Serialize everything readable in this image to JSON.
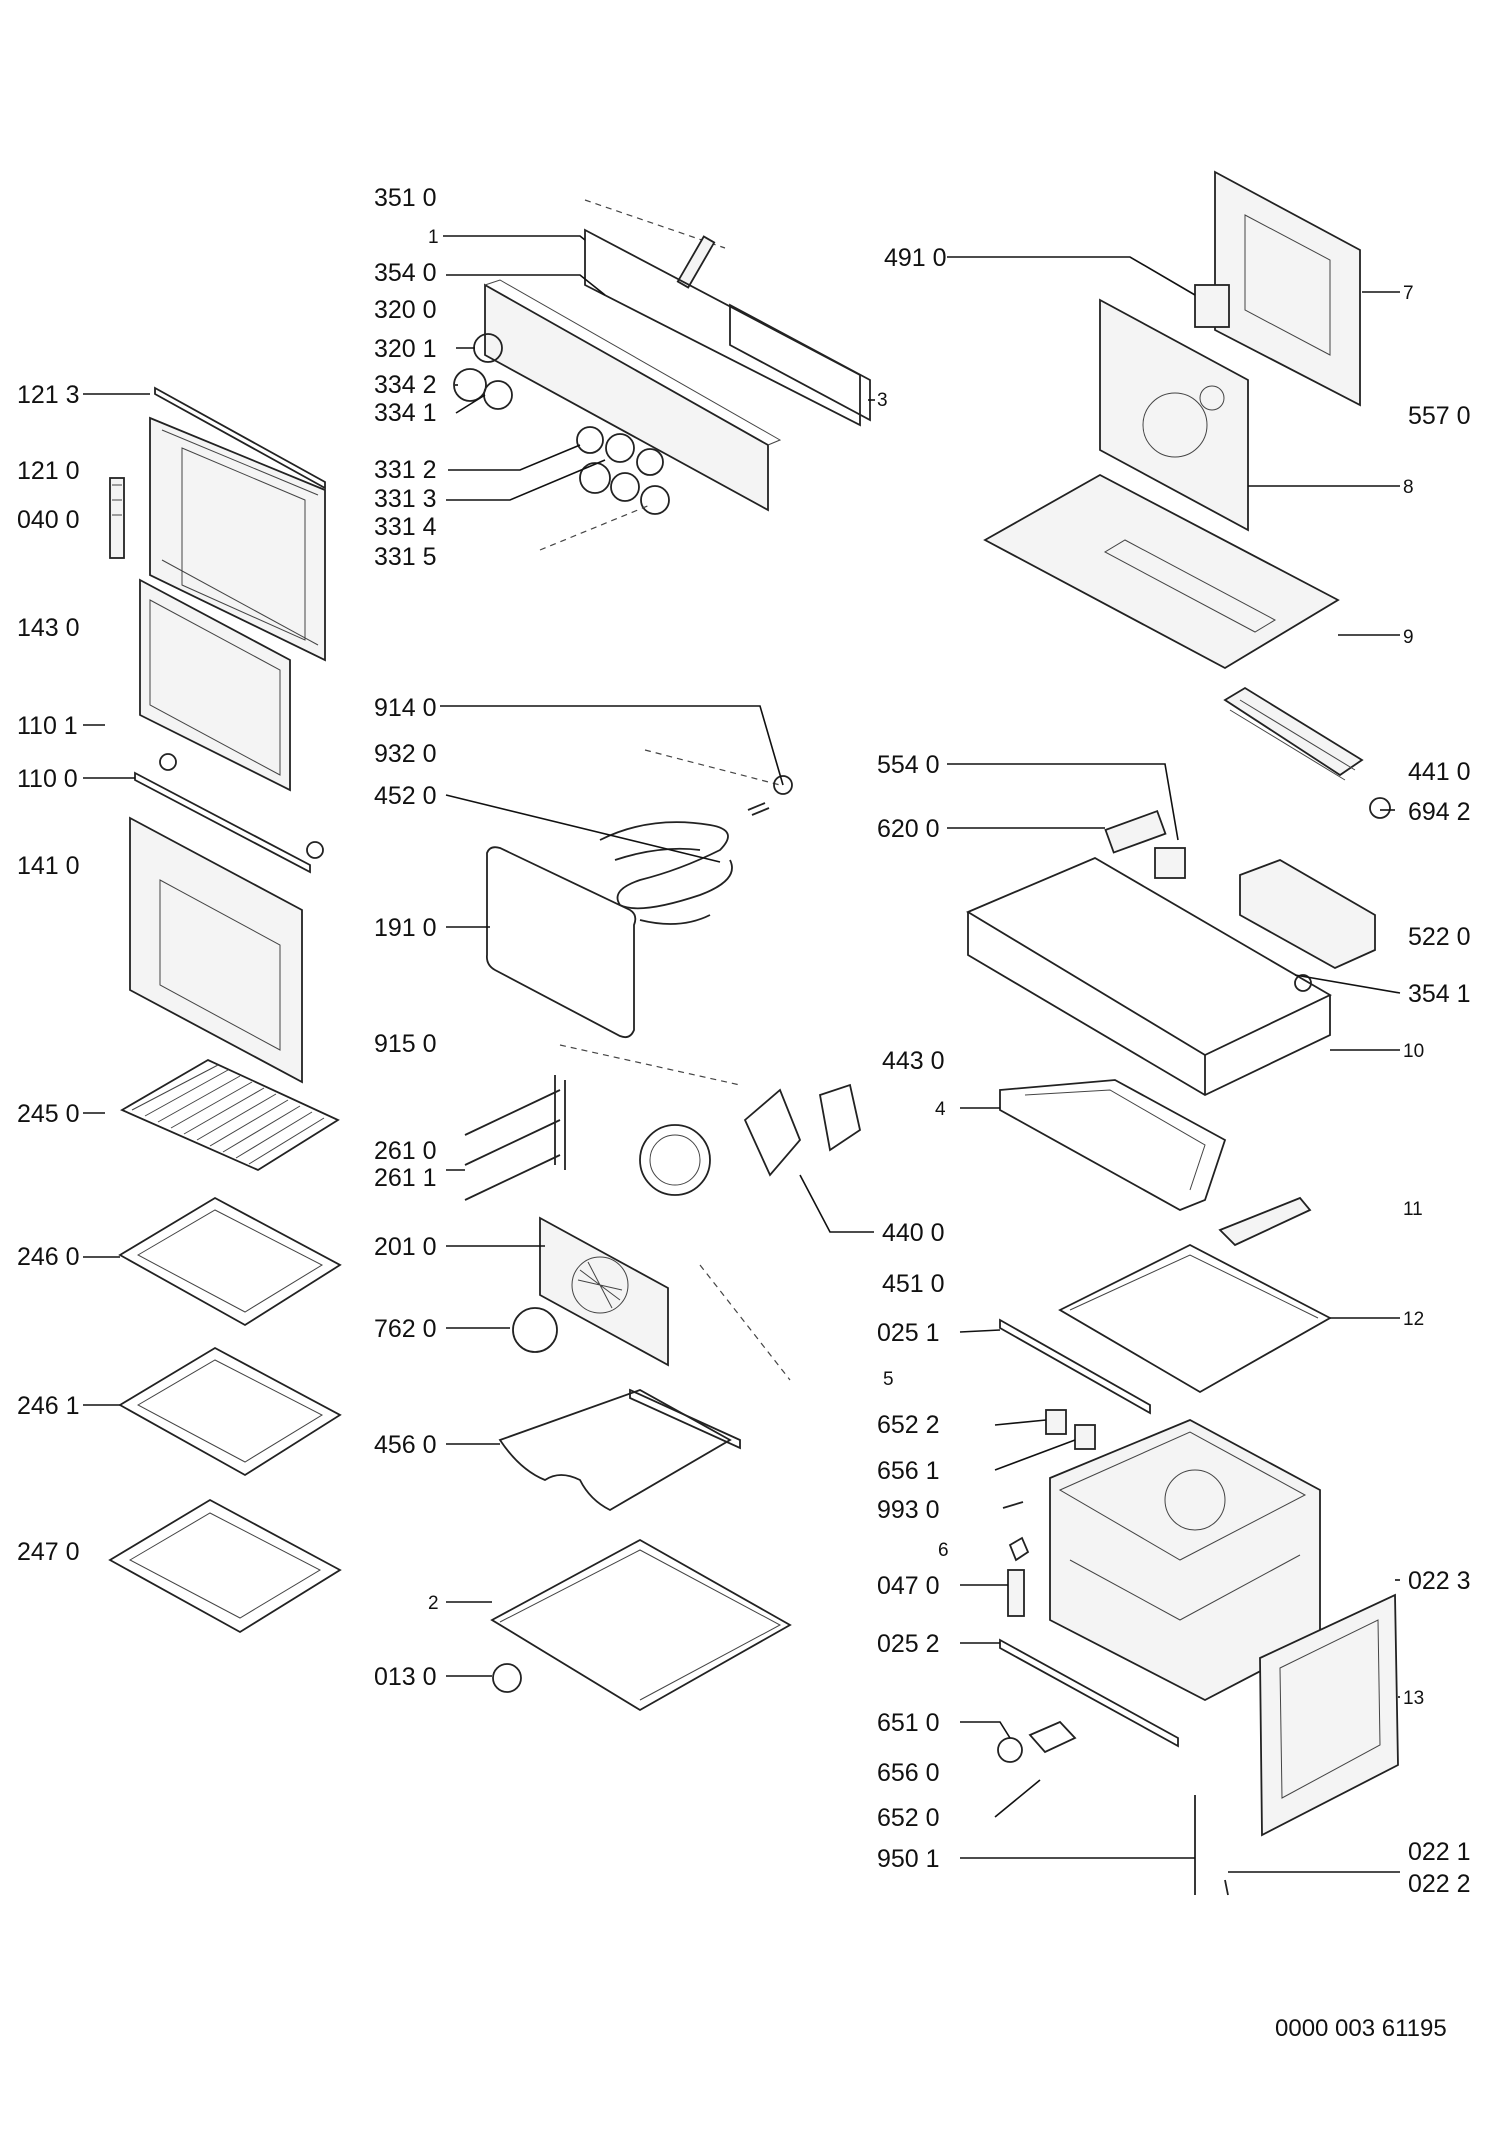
{
  "diagram": {
    "reference_number": "0000 003 61195",
    "callouts": {
      "c3510": "351 0",
      "c1": "1",
      "c3540": "354 0",
      "c3200": "320 0",
      "c3201": "320 1",
      "c3342": "334 2",
      "c3341": "334 1",
      "c3312": "331 2",
      "c3313": "331 3",
      "c3314": "331 4",
      "c3315": "331 5",
      "c1213": "121 3",
      "c1210": "121 0",
      "c0400": "040 0",
      "c1430": "143 0",
      "c1101": "110 1",
      "c1100": "110 0",
      "c1410": "141 0",
      "c2450": "245 0",
      "c2460": "246 0",
      "c2461": "246 1",
      "c2470": "247 0",
      "c3": "3",
      "c4910": "491 0",
      "c7": "7",
      "c5570": "557 0",
      "c8": "8",
      "c9": "9",
      "c4410": "441 0",
      "c6942": "694 2",
      "c5540": "554 0",
      "c6200": "620 0",
      "c5220": "522 0",
      "c3541": "354 1",
      "c10": "10",
      "c4430": "443 0",
      "c4": "4",
      "c9140": "914 0",
      "c9320": "932 0",
      "c4520": "452 0",
      "c1910": "191 0",
      "c9150": "915 0",
      "c2610": "261 0",
      "c2611": "261 1",
      "c2010": "201 0",
      "c7620": "762 0",
      "c4560": "456 0",
      "c2": "2",
      "c0130": "013 0",
      "c4400": "440 0",
      "c4510": "451 0",
      "c11": "11",
      "c0251": "025 1",
      "c12": "12",
      "c5": "5",
      "c6522": "652 2",
      "c6561": "656 1",
      "c9930": "993 0",
      "c6": "6",
      "c0470": "047 0",
      "c0223": "022 3",
      "c0252": "025 2",
      "c13": "13",
      "c6510": "651 0",
      "c6560": "656 0",
      "c6520": "652 0",
      "c9501": "950 1",
      "c0221": "022 1",
      "c0222": "022 2"
    }
  }
}
